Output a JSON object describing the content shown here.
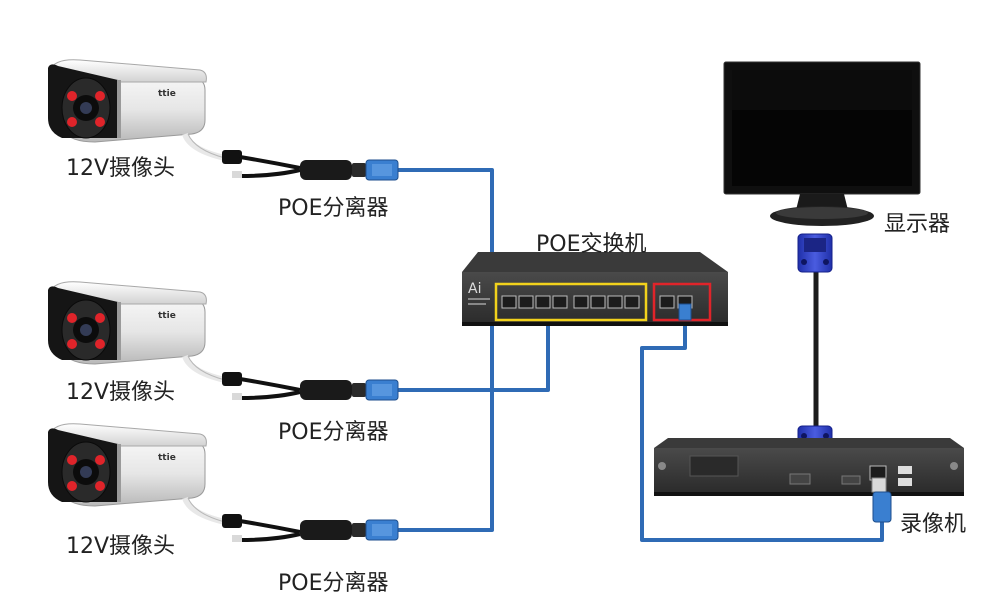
{
  "labels": {
    "camera": "12V摄像头",
    "splitter": "POE分离器",
    "switch": "POE交换机",
    "monitor": "显示器",
    "nvr": "录像机"
  },
  "switch_badge": "Ai",
  "camera_brand": "ttie",
  "colors": {
    "network_cable": "#2f6bb5",
    "vga_cable": "#1c1c1c",
    "poe_ports_box": "#f2d21c",
    "uplink_ports_box": "#e0242a",
    "ir_led": "#e0242a",
    "vga_connector": "#2d3ec8",
    "rj45_plug": "#3a7fd0"
  }
}
